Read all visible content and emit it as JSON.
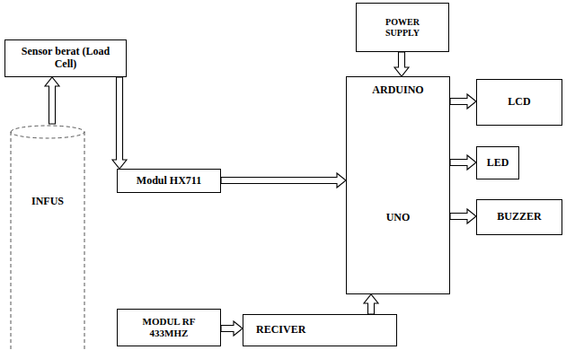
{
  "diagram": {
    "nodes": [
      {
        "text": [
          "POWER SUPPLY"
        ]
      },
      {
        "text": [
          "Sensor berat (Load Cell)"
        ]
      },
      {
        "text": [
          "ARDUINO",
          "UNO"
        ]
      },
      {
        "text": [
          "LCD"
        ]
      },
      {
        "text": [
          "LED"
        ]
      },
      {
        "text": [
          "Modul HX711"
        ]
      },
      {
        "text": [
          "INFUS"
        ]
      },
      {
        "text": [
          "BUZZER"
        ]
      },
      {
        "text": [
          "MODUL RF 433MHZ"
        ]
      },
      {
        "text": [
          "RECIVER"
        ]
      }
    ],
    "edges": [
      {
        "from": 0,
        "to": 2,
        "arrow": "to"
      },
      {
        "from": 6,
        "to": 1,
        "arrow": "to"
      },
      {
        "from": 1,
        "to": 5,
        "arrow": "to"
      },
      {
        "from": 5,
        "to": 2,
        "arrow": "to"
      },
      {
        "from": 2,
        "to": 3,
        "arrow": "to"
      },
      {
        "from": 2,
        "to": 4,
        "arrow": "to"
      },
      {
        "from": 2,
        "to": 7,
        "arrow": "to"
      },
      {
        "from": 8,
        "to": 9,
        "arrow": "to"
      },
      {
        "from": 9,
        "to": 2,
        "arrow": "to"
      }
    ]
  }
}
